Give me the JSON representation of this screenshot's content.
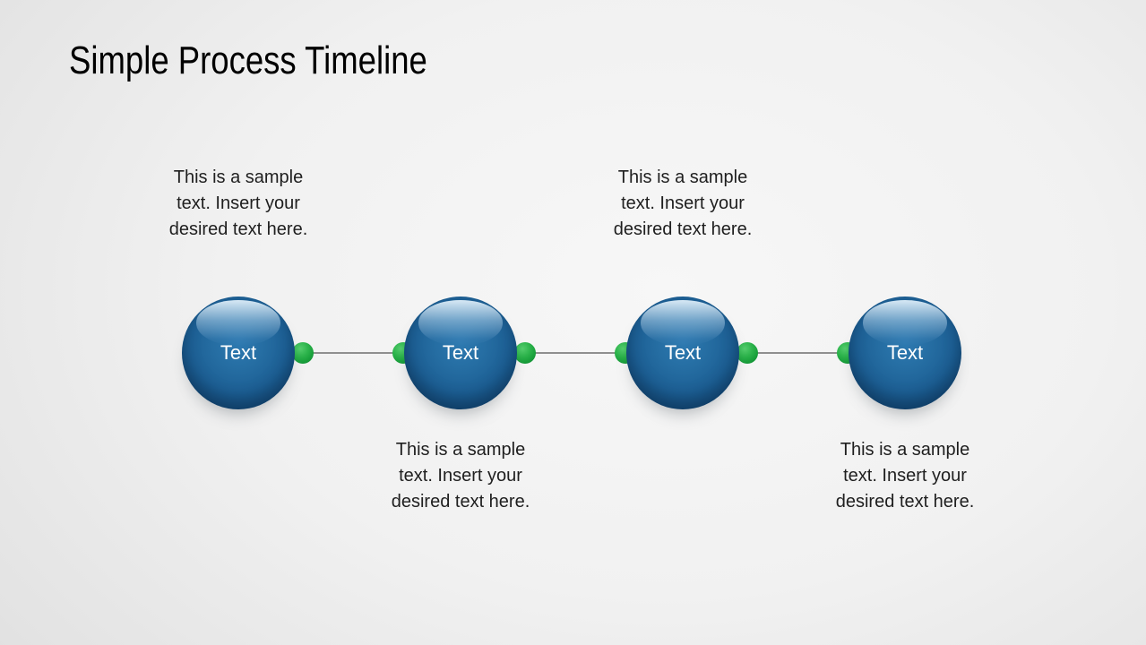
{
  "slide": {
    "title": "Simple Process Timeline"
  },
  "timeline": {
    "steps": [
      {
        "label": "Text"
      },
      {
        "label": "Text"
      },
      {
        "label": "Text"
      },
      {
        "label": "Text"
      }
    ],
    "captions": [
      {
        "step": 1,
        "position": "above",
        "text": "This is a sample\ntext. Insert your\ndesired text here."
      },
      {
        "step": 2,
        "position": "below",
        "text": "This is a sample\ntext. Insert your\ndesired text here."
      },
      {
        "step": 3,
        "position": "above",
        "text": "This is a sample\ntext. Insert your\ndesired text here."
      },
      {
        "step": 4,
        "position": "below",
        "text": "This is a sample\ntext. Insert your\ndesired text here."
      }
    ],
    "connector_count": 3
  },
  "colors": {
    "title_text": "#000000",
    "caption_text": "#1f1f1f",
    "sphere_main": "#1d6095",
    "sphere_rim": "#0d3254",
    "step_label": "#ffffff",
    "connector_dot": "#1aa13c",
    "connector_line": "#8f8f8f"
  }
}
